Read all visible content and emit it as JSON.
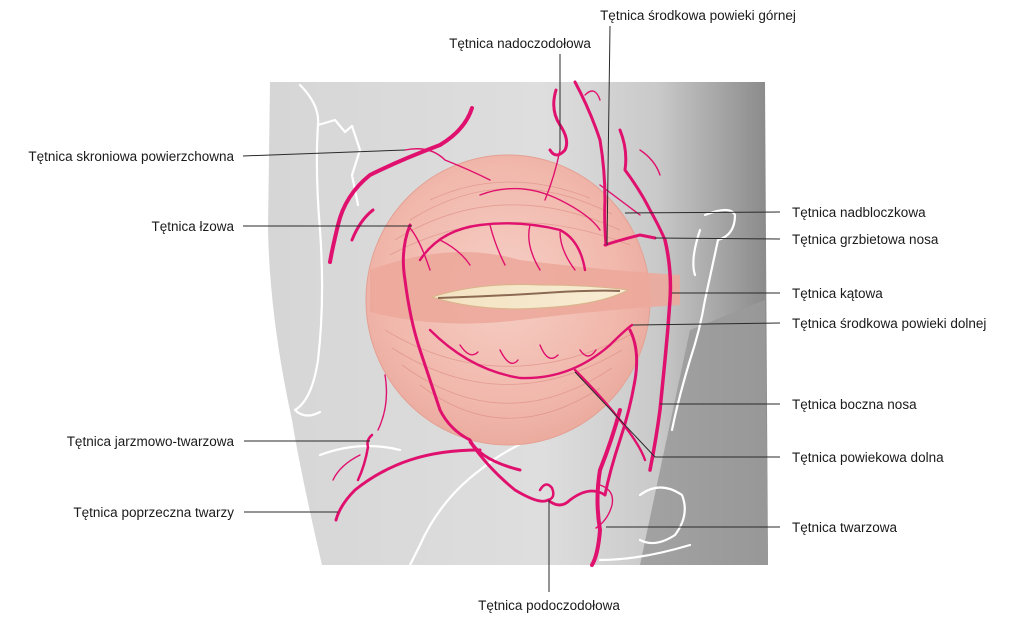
{
  "labels": {
    "supraorbital": "Tętnica nadoczodołowa",
    "medial_upper_palpebral": "Tętnica środkowa powieki górnej",
    "superficial_temporal": "Tętnica skroniowa powierzchowna",
    "lacrimal": "Tętnica łzowa",
    "supratrochlear": "Tętnica nadbloczkowa",
    "dorsal_nasal": "Tętnica grzbietowa nosa",
    "angular": "Tętnica kątowa",
    "medial_lower_palpebral": "Tętnica środkowa powieki dolnej",
    "lateral_nasal": "Tętnica boczna nosa",
    "zygomaticofacial": "Tętnica jarzmowo-twarzowa",
    "inferior_palpebral": "Tętnica powiekowa dolna",
    "transverse_facial": "Tętnica poprzeczna twarzy",
    "facial": "Tętnica twarzowa",
    "infraorbital": "Tętnica podoczodołowa"
  },
  "colors": {
    "artery": "#e0116e",
    "muscle": "#f2b4aa",
    "background_panel": "#d9d9d9",
    "nose_shadow": "#8f8f8f"
  }
}
